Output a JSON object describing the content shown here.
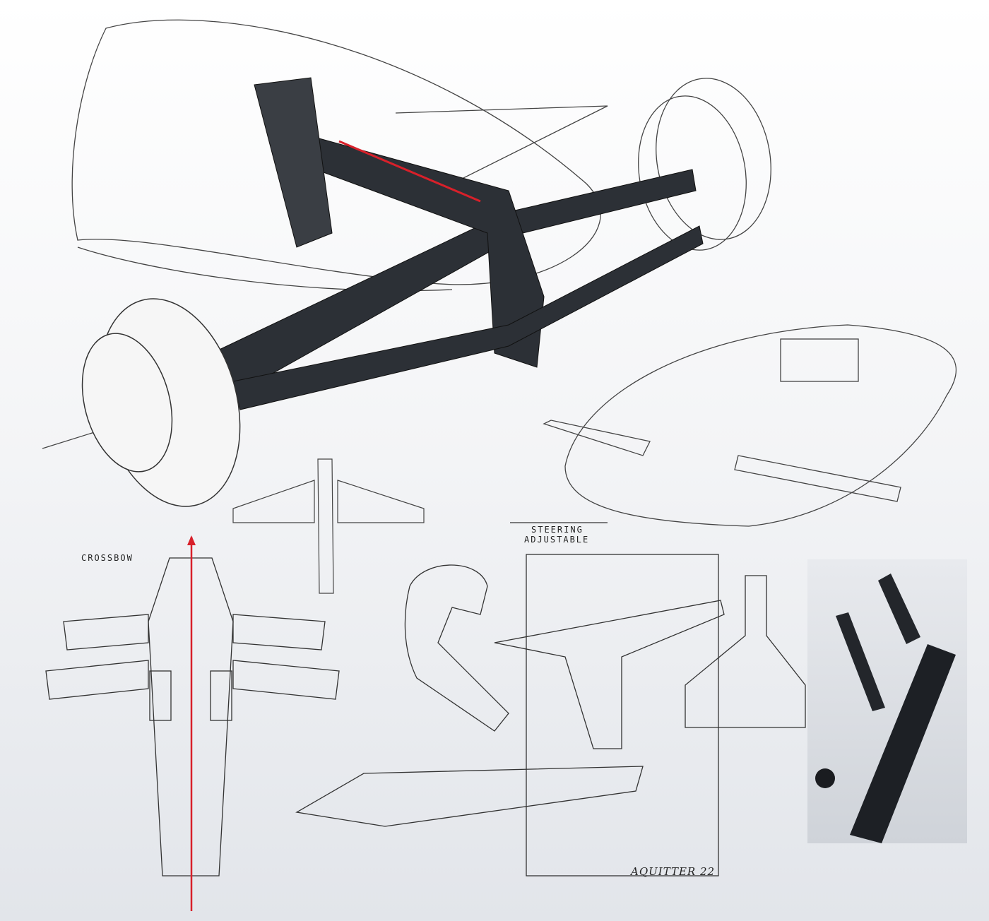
{
  "annotations": {
    "crossbow": "CROSSBOW",
    "steering_line1": "STEERING",
    "steering_line2": "ADJUSTABLE"
  },
  "signature": "AQUITTER 22",
  "colors": {
    "accent_red": "#d8202a",
    "body_dark": "#2c3036",
    "line": "#3a3a3a"
  }
}
